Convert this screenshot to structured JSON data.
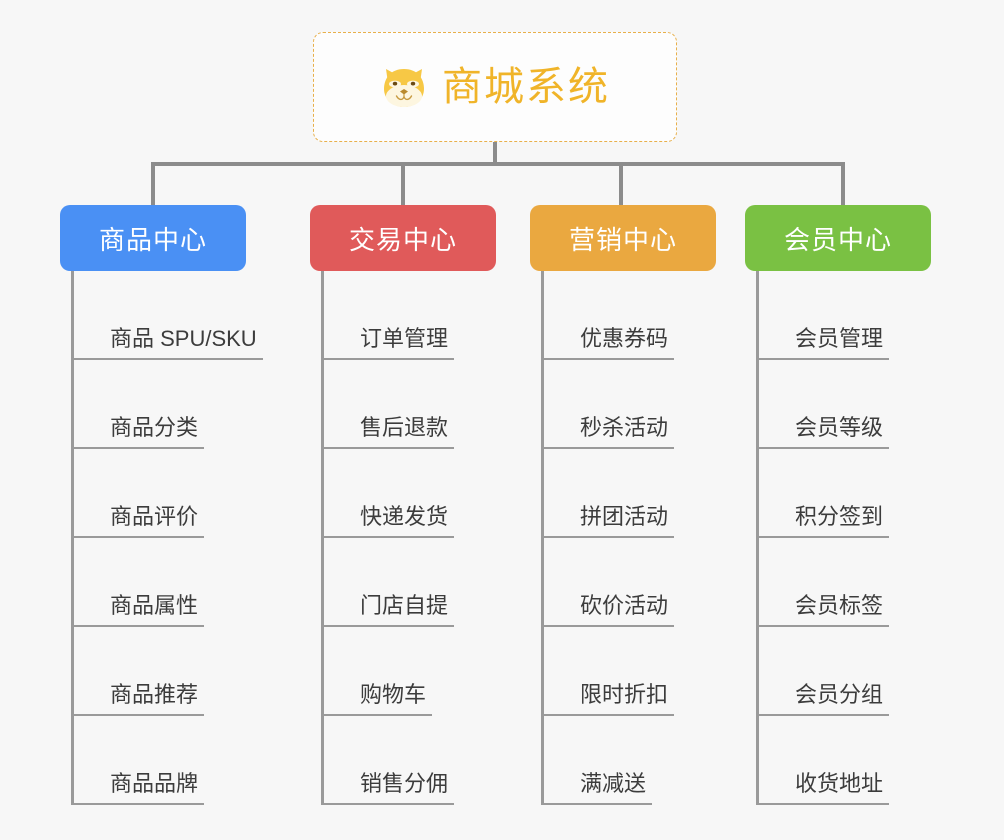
{
  "canvas": {
    "background": "#f7f7f7",
    "line_color": "#8c8c8c",
    "text_color": "#3c3c3c"
  },
  "root": {
    "title": "商城系统",
    "icon": "shiba-dog-face-icon",
    "accent": "#f0b429",
    "border_color": "#e8b04b",
    "border_style": "dashed"
  },
  "categories": [
    {
      "label": "商品中心",
      "color": "#4a90f4",
      "items": [
        "商品 SPU/SKU",
        "商品分类",
        "商品评价",
        "商品属性",
        "商品推荐",
        "商品品牌"
      ]
    },
    {
      "label": "交易中心",
      "color": "#e05a5a",
      "items": [
        "订单管理",
        "售后退款",
        "快递发货",
        "门店自提",
        "购物车",
        "销售分佣"
      ]
    },
    {
      "label": "营销中心",
      "color": "#eaa840",
      "items": [
        "优惠券码",
        "秒杀活动",
        "拼团活动",
        "砍价活动",
        "限时折扣",
        "满减送"
      ]
    },
    {
      "label": "会员中心",
      "color": "#7ac143",
      "items": [
        "会员管理",
        "会员等级",
        "积分签到",
        "会员标签",
        "会员分组",
        "收货地址"
      ]
    }
  ]
}
